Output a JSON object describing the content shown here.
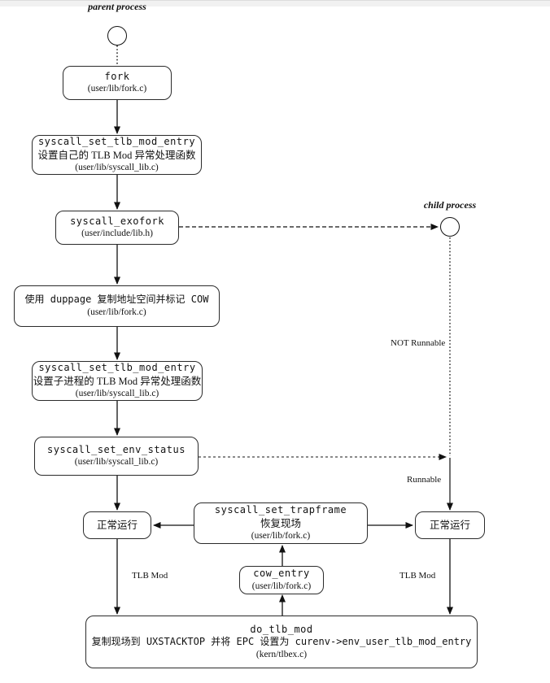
{
  "diagram": {
    "lanes": {
      "parent_label": "parent process",
      "child_label": "child process"
    },
    "nodes": {
      "fork": {
        "code": "fork",
        "path": "(user/lib/fork.c)"
      },
      "set_tlb_self": {
        "code": "syscall_set_tlb_mod_entry",
        "desc": "设置自己的 TLB Mod 异常处理函数",
        "path": "(user/lib/syscall_lib.c)"
      },
      "exofork": {
        "code": "syscall_exofork",
        "path": "(user/include/lib.h)"
      },
      "duppage": {
        "desc": "使用 duppage 复制地址空间并标记 COW",
        "path": "(user/lib/fork.c)"
      },
      "set_tlb_child": {
        "code": "syscall_set_tlb_mod_entry",
        "desc": "设置子进程的 TLB Mod 异常处理函数",
        "path": "(user/lib/syscall_lib.c)"
      },
      "set_env_status": {
        "code": "syscall_set_env_status",
        "path": "(user/lib/syscall_lib.c)"
      },
      "normal_left": {
        "desc": "正常运行"
      },
      "set_trapframe": {
        "code": "syscall_set_trapframe",
        "desc": "恢复现场",
        "path": "(user/lib/fork.c)"
      },
      "normal_right": {
        "desc": "正常运行"
      },
      "cow_entry": {
        "code": "cow_entry",
        "path": "(user/lib/fork.c)"
      },
      "do_tlb_mod": {
        "code": "do_tlb_mod",
        "desc": "复制现场到 UXSTACKTOP 并将 EPC 设置为 curenv->env_user_tlb_mod_entry",
        "path": "(kern/tlbex.c)"
      }
    },
    "edge_labels": {
      "not_runnable": "NOT Runnable",
      "runnable": "Runnable",
      "tlb_mod_left": "TLB Mod",
      "tlb_mod_right": "TLB Mod"
    },
    "colors": {
      "line": "#1a1a1a",
      "border": "#2b2b2b",
      "background": "#ffffff",
      "bottom_band": "#f1f1f1"
    }
  }
}
